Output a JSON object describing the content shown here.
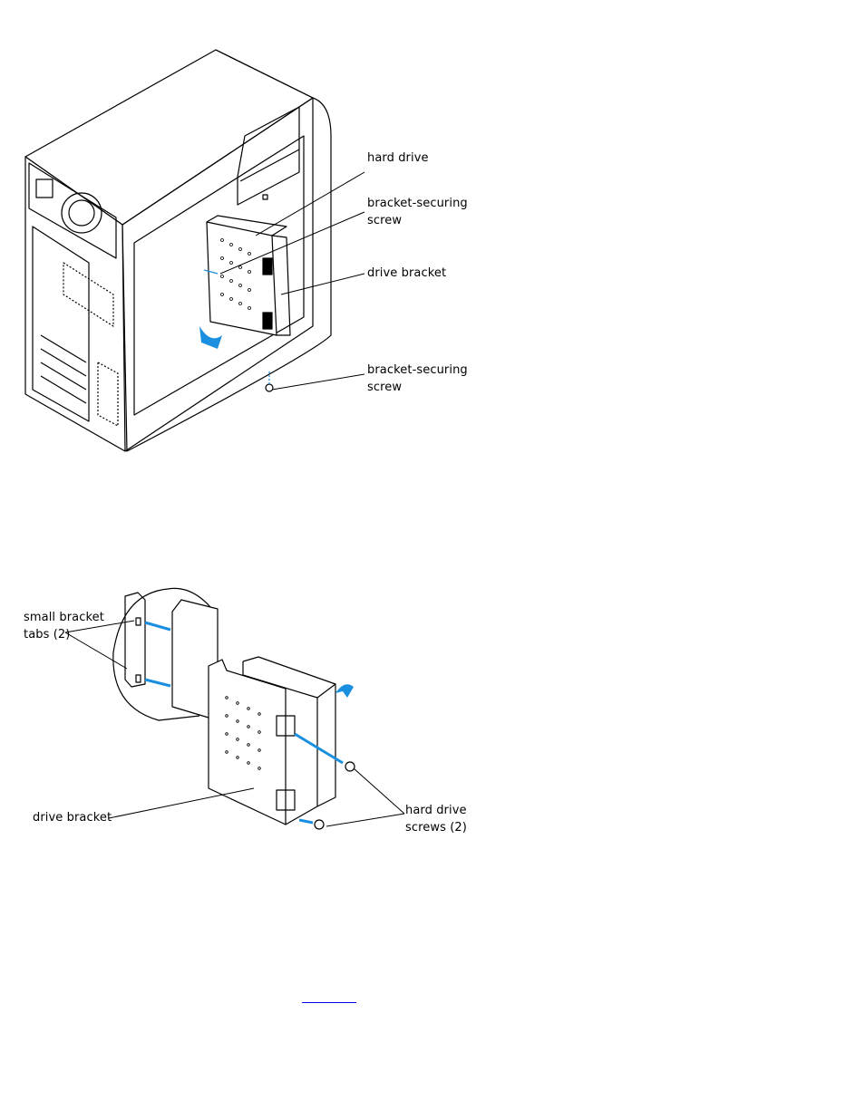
{
  "figure1": {
    "callouts": {
      "hard_drive": "hard drive",
      "bracket_screw_top_1": "bracket-securing",
      "bracket_screw_top_2": "screw",
      "drive_bracket": "drive bracket",
      "bracket_screw_bottom_1": "bracket-securing",
      "bracket_screw_bottom_2": "screw"
    }
  },
  "figure2": {
    "callouts": {
      "small_tabs_1": "small bracket",
      "small_tabs_2": "tabs (2)",
      "drive_bracket": "drive bracket",
      "hd_screws_1": "hard drive",
      "hd_screws_2": "screws (2)"
    }
  },
  "link": {
    "text": ""
  },
  "colors": {
    "arrow": "#1a8fe0",
    "line": "#000000",
    "link": "#0000ee"
  }
}
